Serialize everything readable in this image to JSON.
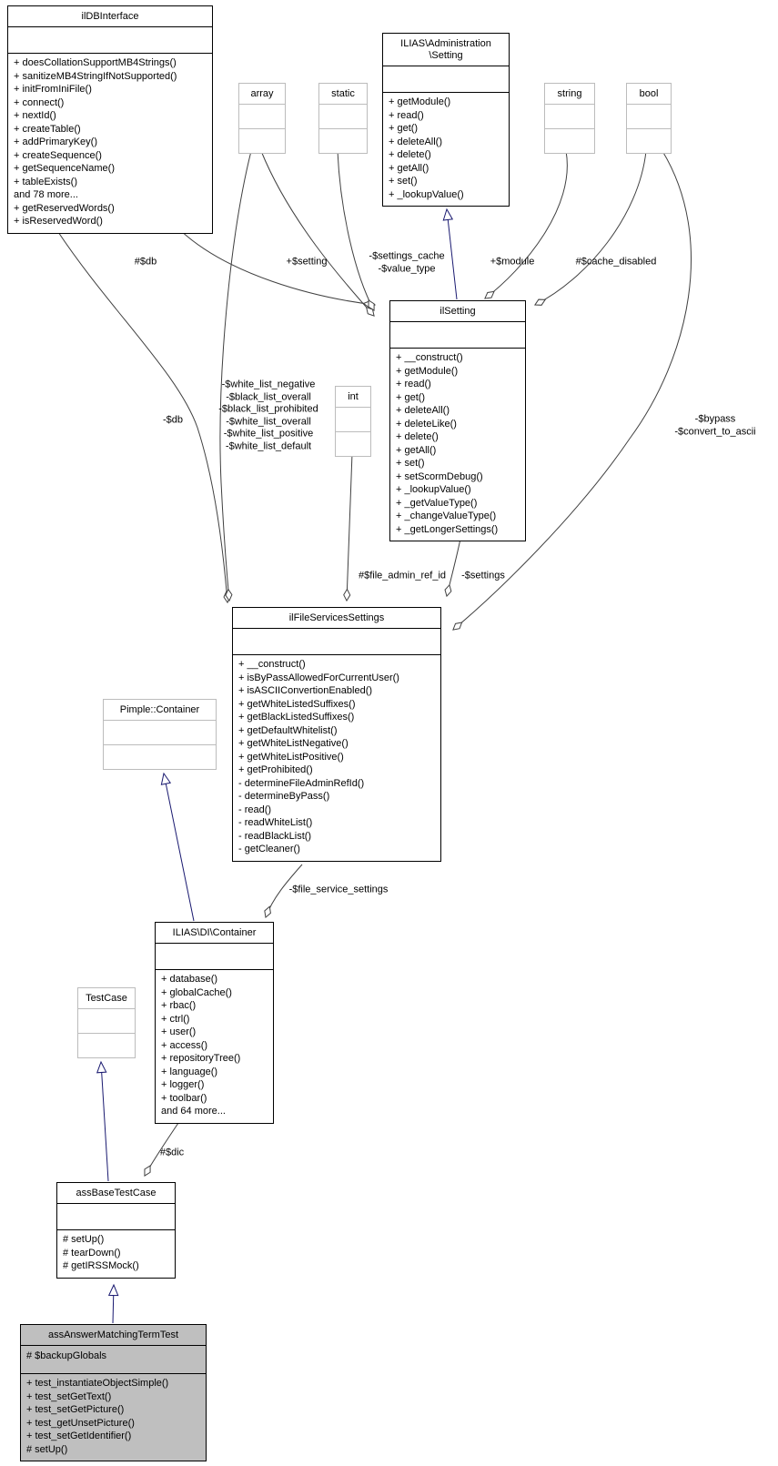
{
  "diagram_title": "assAnswerMatchingTermTest collaboration diagram",
  "colors": {
    "edge": "#404040",
    "inheritance": "#191970",
    "stub_border": "#bcbcbc",
    "subject_fill": "#bfbfbf",
    "background": "#ffffff"
  },
  "classes": {
    "ilDBInterface": {
      "title": "ilDBInterface",
      "methods": [
        "+ doesCollationSupportMB4Strings()",
        "+ sanitizeMB4StringIfNotSupported()",
        "+ initFromIniFile()",
        "+ connect()",
        "+ nextId()",
        "+ createTable()",
        "+ addPrimaryKey()",
        "+ createSequence()",
        "+ getSequenceName()",
        "+ tableExists()",
        "and 78 more...",
        "+ getReservedWords()",
        "+ isReservedWord()"
      ]
    },
    "adminSetting": {
      "title": "ILIAS\\Administration\n\\Setting",
      "methods": [
        "+ getModule()",
        "+ read()",
        "+ get()",
        "+ deleteAll()",
        "+ delete()",
        "+ getAll()",
        "+ set()",
        "+ _lookupValue()"
      ]
    },
    "array": {
      "title": "array"
    },
    "static": {
      "title": "static"
    },
    "string": {
      "title": "string"
    },
    "bool": {
      "title": "bool"
    },
    "int": {
      "title": "int"
    },
    "ilSetting": {
      "title": "ilSetting",
      "methods": [
        "+ __construct()",
        "+ getModule()",
        "+ read()",
        "+ get()",
        "+ deleteAll()",
        "+ deleteLike()",
        "+ delete()",
        "+ getAll()",
        "+ set()",
        "+ setScormDebug()",
        "+ _lookupValue()",
        "+ _getValueType()",
        "+ _changeValueType()",
        "+ _getLongerSettings()"
      ]
    },
    "ilFileServicesSettings": {
      "title": "ilFileServicesSettings",
      "methods": [
        "+ __construct()",
        "+ isByPassAllowedForCurrentUser()",
        "+ isASCIIConvertionEnabled()",
        "+ getWhiteListedSuffixes()",
        "+ getBlackListedSuffixes()",
        "+ getDefaultWhitelist()",
        "+ getWhiteListNegative()",
        "+ getWhiteListPositive()",
        "+ getProhibited()",
        "- determineFileAdminRefId()",
        "- determineByPass()",
        "- read()",
        "- readWhiteList()",
        "- readBlackList()",
        "- getCleaner()"
      ]
    },
    "pimpleContainer": {
      "title": "Pimple::Container"
    },
    "diContainer": {
      "title": "ILIAS\\DI\\Container",
      "methods": [
        "+ database()",
        "+ globalCache()",
        "+ rbac()",
        "+ ctrl()",
        "+ user()",
        "+ access()",
        "+ repositoryTree()",
        "+ language()",
        "+ logger()",
        "+ toolbar()",
        "and 64 more..."
      ]
    },
    "testCase": {
      "title": "TestCase"
    },
    "assBaseTestCase": {
      "title": "assBaseTestCase",
      "methods": [
        "# setUp()",
        "# tearDown()",
        "# getIRSSMock()"
      ]
    },
    "assAnswerMatchingTermTest": {
      "title": "assAnswerMatchingTermTest",
      "attributes": [
        "# $backupGlobals"
      ],
      "methods": [
        "+ test_instantiateObjectSimple()",
        "+ test_setGetText()",
        "+ test_setGetPicture()",
        "+ test_getUnsetPicture()",
        "+ test_setGetIdentifier()",
        "# setUp()"
      ]
    }
  },
  "edge_labels": {
    "db_to_ilsetting": "#$db",
    "setting_member": "+$setting",
    "settings_cache": "-$settings_cache\n-$value_type",
    "module": "+$module",
    "cache_disabled": "#$cache_disabled",
    "db_to_fss": "-$db",
    "white_lists": "-$white_list_negative\n-$black_list_overall\n-$black_list_prohibited\n-$white_list_overall\n-$white_list_positive\n-$white_list_default",
    "file_admin_ref_id": "#$file_admin_ref_id",
    "settings": "-$settings",
    "bypass": "-$bypass\n-$convert_to_ascii",
    "file_service_settings": "-$file_service_settings",
    "dic": "#$dic"
  }
}
